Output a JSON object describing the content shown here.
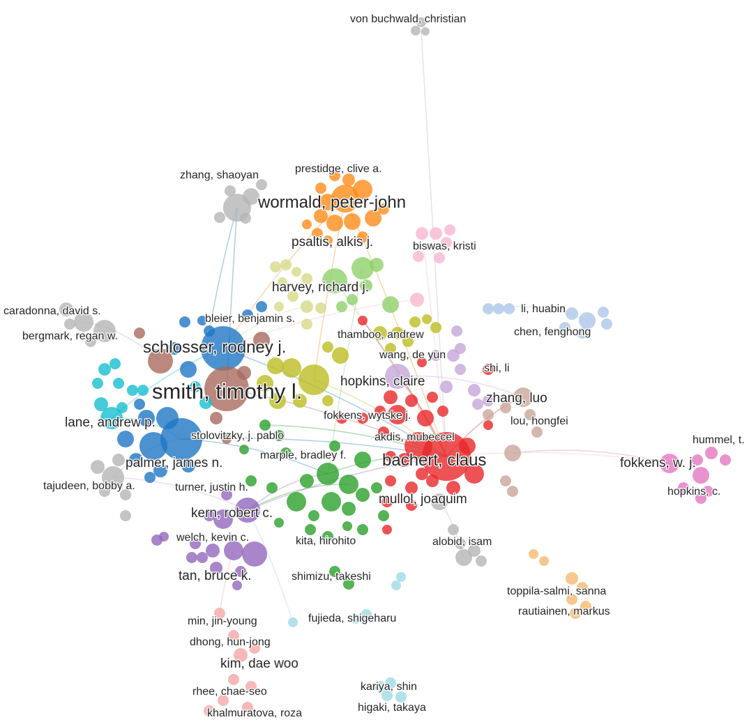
{
  "clusters": [
    {
      "id": "red",
      "color": "#e8282b"
    },
    {
      "id": "green",
      "color": "#2ca02c"
    },
    {
      "id": "blue",
      "color": "#1f77c4"
    },
    {
      "id": "yellow",
      "color": "#bcbd22"
    },
    {
      "id": "purple",
      "color": "#9467bd"
    },
    {
      "id": "cyan",
      "color": "#17becf"
    },
    {
      "id": "orange",
      "color": "#ff8c1a"
    },
    {
      "id": "brown",
      "color": "#a96a5e"
    },
    {
      "id": "pink",
      "color": "#e377c2"
    },
    {
      "id": "gray",
      "color": "#b5b5b5"
    },
    {
      "id": "lime",
      "color": "#8fd16a"
    },
    {
      "id": "khaki",
      "color": "#d7d98a"
    },
    {
      "id": "lavender",
      "color": "#c4a6d9"
    },
    {
      "id": "lightblue",
      "color": "#aec7e8"
    },
    {
      "id": "peach",
      "color": "#f5b971"
    },
    {
      "id": "salmon",
      "color": "#f4a6a6"
    },
    {
      "id": "aqua",
      "color": "#9edae5"
    },
    {
      "id": "rose",
      "color": "#f7b6d2"
    },
    {
      "id": "tan",
      "color": "#c9a59a"
    }
  ],
  "authors": [
    {
      "name": "von buchwald, christian",
      "cluster": "gray"
    },
    {
      "name": "zhang, shaoyan",
      "cluster": "gray"
    },
    {
      "name": "prestidge, clive a.",
      "cluster": "orange"
    },
    {
      "name": "wormald, peter-john",
      "cluster": "orange"
    },
    {
      "name": "psaltis, alkis j.",
      "cluster": "orange"
    },
    {
      "name": "biswas, kristi",
      "cluster": "rose"
    },
    {
      "name": "harvey, richard j.",
      "cluster": "lime"
    },
    {
      "name": "caradonna, david s.",
      "cluster": "gray"
    },
    {
      "name": "bleier, benjamin s.",
      "cluster": "blue"
    },
    {
      "name": "li, huabin",
      "cluster": "lightblue"
    },
    {
      "name": "bergmark, regan w.",
      "cluster": "gray"
    },
    {
      "name": "thamboo, andrew",
      "cluster": "yellow"
    },
    {
      "name": "chen, fenghong",
      "cluster": "lightblue"
    },
    {
      "name": "schlosser, rodney j.",
      "cluster": "blue"
    },
    {
      "name": "wang, de yun",
      "cluster": "lavender"
    },
    {
      "name": "shi, li",
      "cluster": "red"
    },
    {
      "name": "hopkins, claire",
      "cluster": "lavender"
    },
    {
      "name": "smith, timothy l.",
      "cluster": "brown"
    },
    {
      "name": "zhang, luo",
      "cluster": "tan"
    },
    {
      "name": "fokkens, wytske j.",
      "cluster": "red"
    },
    {
      "name": "lou, hongfei",
      "cluster": "tan"
    },
    {
      "name": "lane, andrew p.",
      "cluster": "cyan"
    },
    {
      "name": "stolovitzky, j. pablo",
      "cluster": "green"
    },
    {
      "name": "akdis, mubeccel",
      "cluster": "red"
    },
    {
      "name": "hummel, t.",
      "cluster": "pink"
    },
    {
      "name": "marple, bradley f.",
      "cluster": "green"
    },
    {
      "name": "bachert, claus",
      "cluster": "red"
    },
    {
      "name": "fokkens, w. j.",
      "cluster": "pink"
    },
    {
      "name": "palmer, james n.",
      "cluster": "blue"
    },
    {
      "name": "tajudeen, bobby a.",
      "cluster": "gray"
    },
    {
      "name": "turner, justin h.",
      "cluster": "green"
    },
    {
      "name": "hopkins, c.",
      "cluster": "pink"
    },
    {
      "name": "mullol, joaquim",
      "cluster": "red"
    },
    {
      "name": "kern, robert c.",
      "cluster": "purple"
    },
    {
      "name": "kita, hirohito",
      "cluster": "green"
    },
    {
      "name": "welch, kevin c.",
      "cluster": "purple"
    },
    {
      "name": "alobid, isam",
      "cluster": "gray"
    },
    {
      "name": "tan, bruce k.",
      "cluster": "purple"
    },
    {
      "name": "shimizu, takeshi",
      "cluster": "green"
    },
    {
      "name": "toppila-salmi, sanna",
      "cluster": "peach"
    },
    {
      "name": "rautiainen, markus",
      "cluster": "peach"
    },
    {
      "name": "fujieda, shigeharu",
      "cluster": "aqua"
    },
    {
      "name": "min, jin-young",
      "cluster": "salmon"
    },
    {
      "name": "dhong, hun-jong",
      "cluster": "salmon"
    },
    {
      "name": "kim, dae woo",
      "cluster": "salmon"
    },
    {
      "name": "kariya, shin",
      "cluster": "aqua"
    },
    {
      "name": "rhee, chae-seo",
      "cluster": "salmon"
    },
    {
      "name": "higaki, takaya",
      "cluster": "aqua"
    },
    {
      "name": "khalmuratova, roza",
      "cluster": "salmon"
    }
  ]
}
